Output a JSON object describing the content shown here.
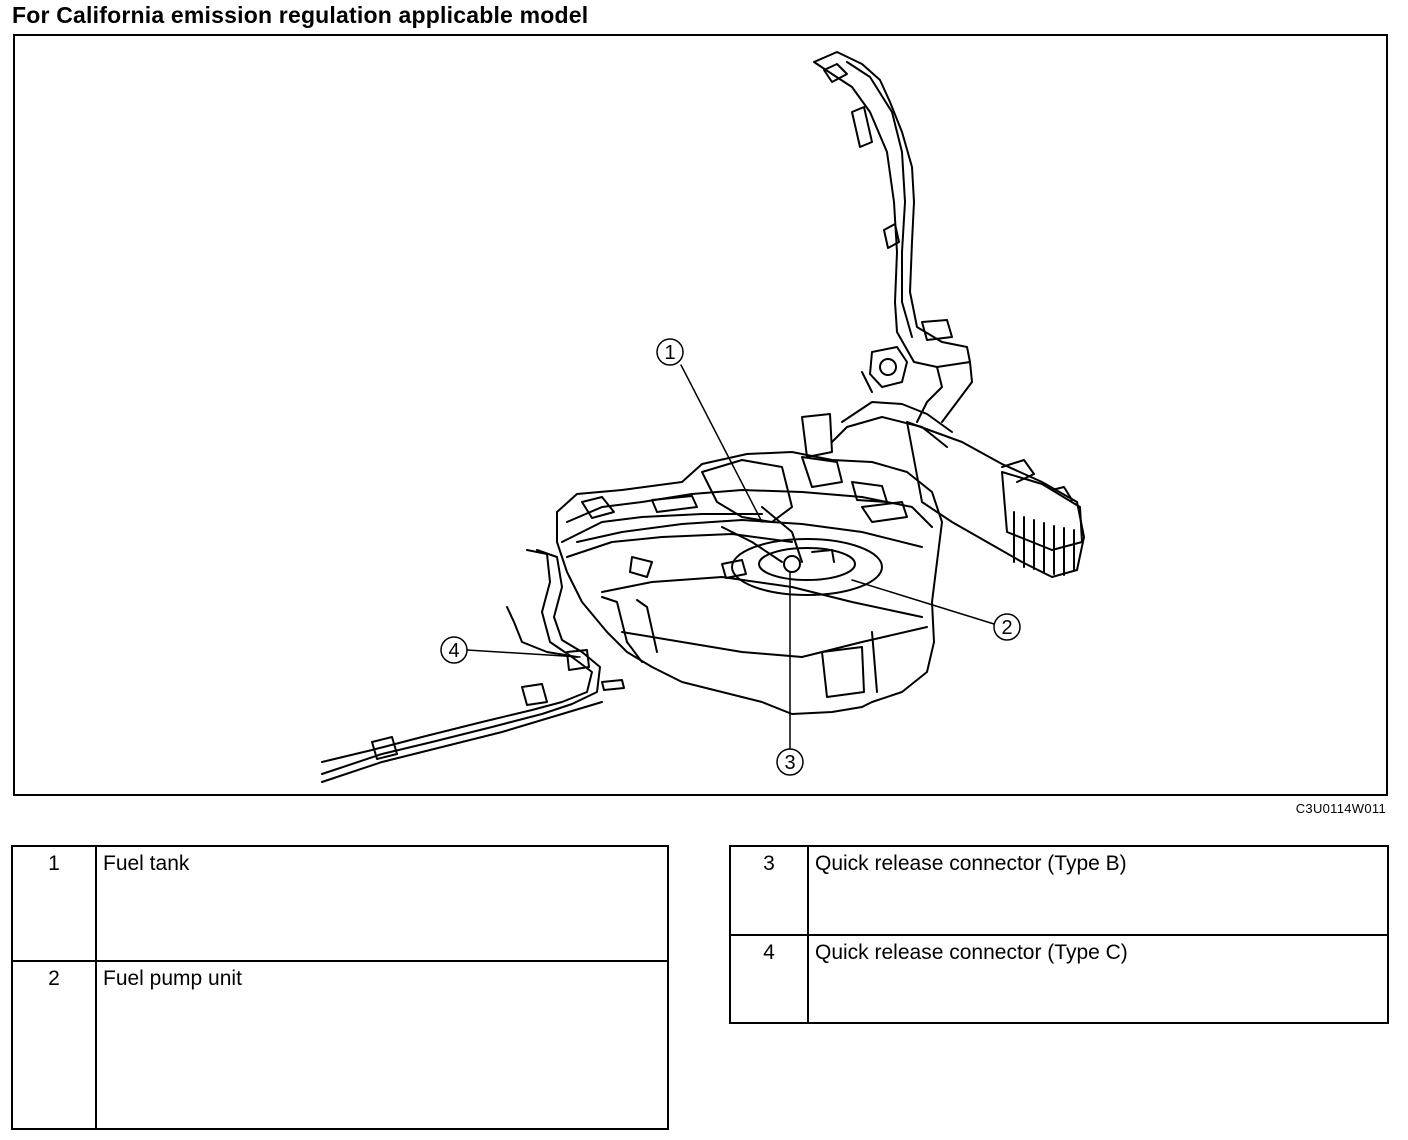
{
  "page": {
    "title": "For California emission regulation applicable model",
    "figure_code": "C3U0114W011"
  },
  "diagram": {
    "callouts": [
      {
        "number": "1",
        "part": "Fuel tank"
      },
      {
        "number": "2",
        "part": "Fuel pump unit"
      },
      {
        "number": "3",
        "part": "Quick release connector (Type B)"
      },
      {
        "number": "4",
        "part": "Quick release connector (Type C)"
      }
    ]
  },
  "legend": {
    "left": [
      {
        "number": "1",
        "label": "Fuel tank"
      },
      {
        "number": "2",
        "label": "Fuel pump unit"
      }
    ],
    "right": [
      {
        "number": "3",
        "label": "Quick release connector (Type B)"
      },
      {
        "number": "4",
        "label": "Quick release connector (Type C)"
      }
    ]
  }
}
